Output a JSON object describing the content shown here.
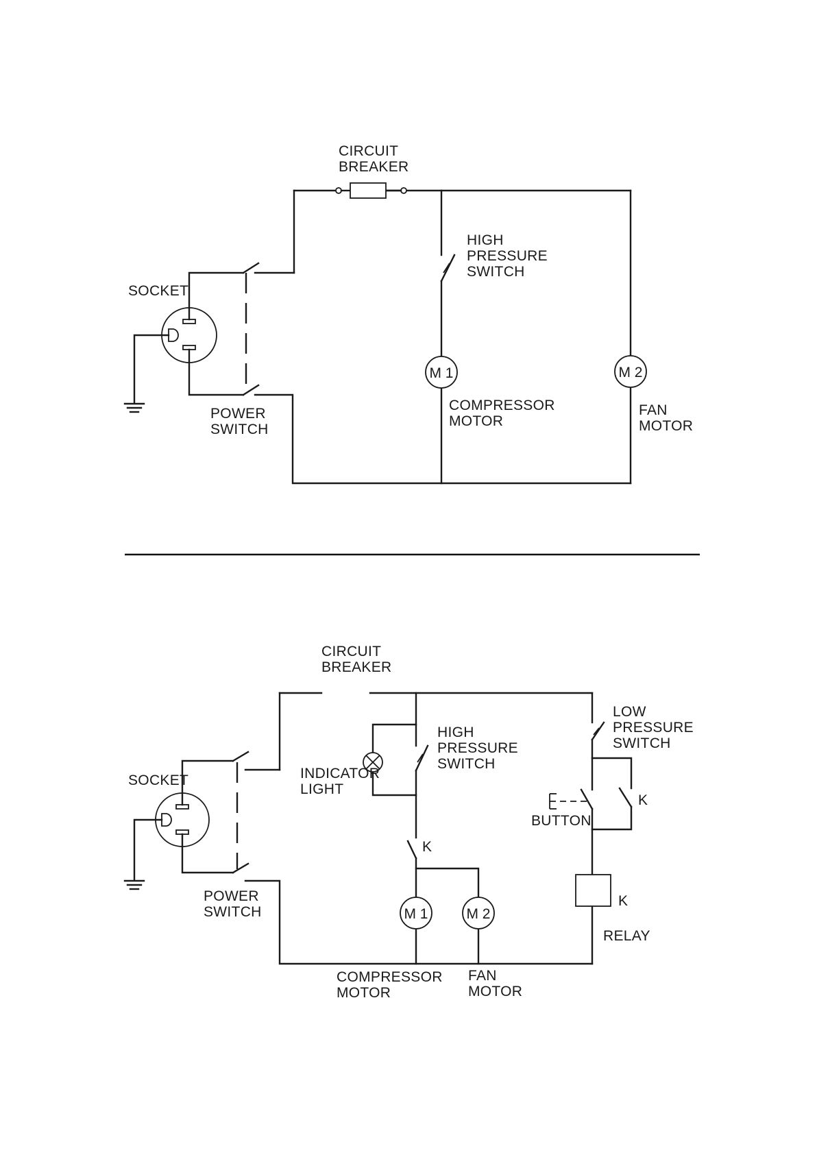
{
  "diagram_top": {
    "circuit_breaker": [
      "CIRCUIT",
      "BREAKER"
    ],
    "high_pressure_switch": [
      "HIGH",
      "PRESSURE",
      "SWITCH"
    ],
    "socket": "SOCKET",
    "power_switch": [
      "POWER",
      "SWITCH"
    ],
    "motor1": "M 1",
    "motor2": "M 2",
    "compressor_motor": [
      "COMPRESSOR",
      "MOTOR"
    ],
    "fan_motor": [
      "FAN",
      "MOTOR"
    ]
  },
  "diagram_bottom": {
    "circuit_breaker": [
      "CIRCUIT",
      "BREAKER"
    ],
    "high_pressure_switch": [
      "HIGH",
      "PRESSURE",
      "SWITCH"
    ],
    "low_pressure_switch": [
      "LOW",
      "PRESSURE",
      "SWITCH"
    ],
    "indicator_light": [
      "INDICATOR",
      "LIGHT"
    ],
    "socket": "SOCKET",
    "power_switch": [
      "POWER",
      "SWITCH"
    ],
    "button": "BUTTON",
    "relay_contact_k": "K",
    "relay_coil_k": "K",
    "compressor_switch_k": "K",
    "relay": "RELAY",
    "motor1": "M 1",
    "motor2": "M 2",
    "compressor_motor": [
      "COMPRESSOR",
      "MOTOR"
    ],
    "fan_motor": [
      "FAN",
      "MOTOR"
    ]
  }
}
